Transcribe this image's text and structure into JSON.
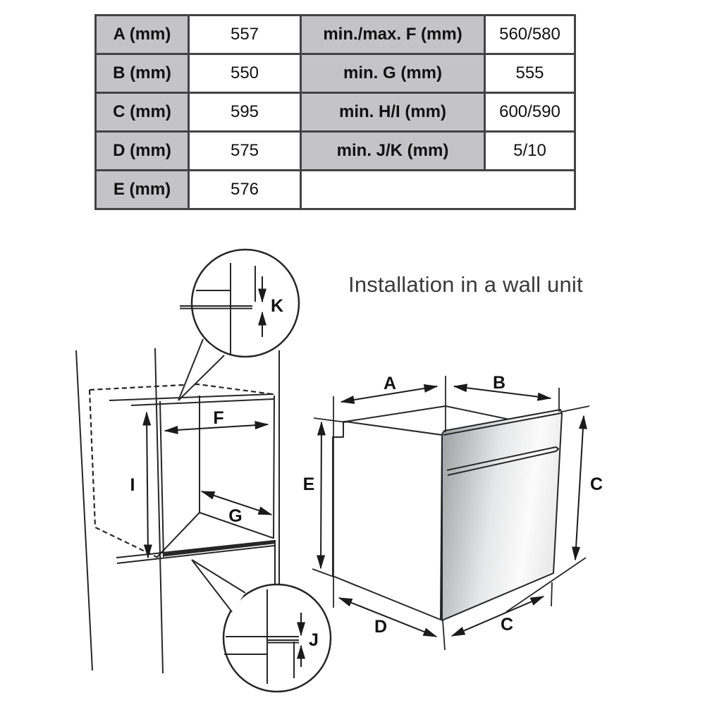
{
  "title": "Installation in a wall unit",
  "table": {
    "rows": [
      {
        "label": "A (mm)",
        "value": "557",
        "label2": "min./max. F (mm)",
        "value2": "560/580"
      },
      {
        "label": "B (mm)",
        "value": "550",
        "label2": "min. G (mm)",
        "value2": "555"
      },
      {
        "label": "C (mm)",
        "value": "595",
        "label2": "min. H/I (mm)",
        "value2": "600/590"
      },
      {
        "label": "D (mm)",
        "value": "575",
        "label2": "min. J/K (mm)",
        "value2": "5/10"
      },
      {
        "label": "E (mm)",
        "value": "576",
        "label2": "",
        "value2": ""
      }
    ]
  },
  "diagram": {
    "wall_unit_labels": {
      "F": "F",
      "G": "G",
      "I": "I",
      "K": "K",
      "J": "J"
    },
    "oven_labels": {
      "A": "A",
      "B": "B",
      "C_side": "C",
      "C_bottom": "C",
      "D": "D",
      "E": "E"
    }
  },
  "colors": {
    "table_header_bg": "#c4c4c7",
    "table_border": "#434345",
    "line": "#262626",
    "text": "#111111",
    "title_text": "#3a3a3a"
  }
}
